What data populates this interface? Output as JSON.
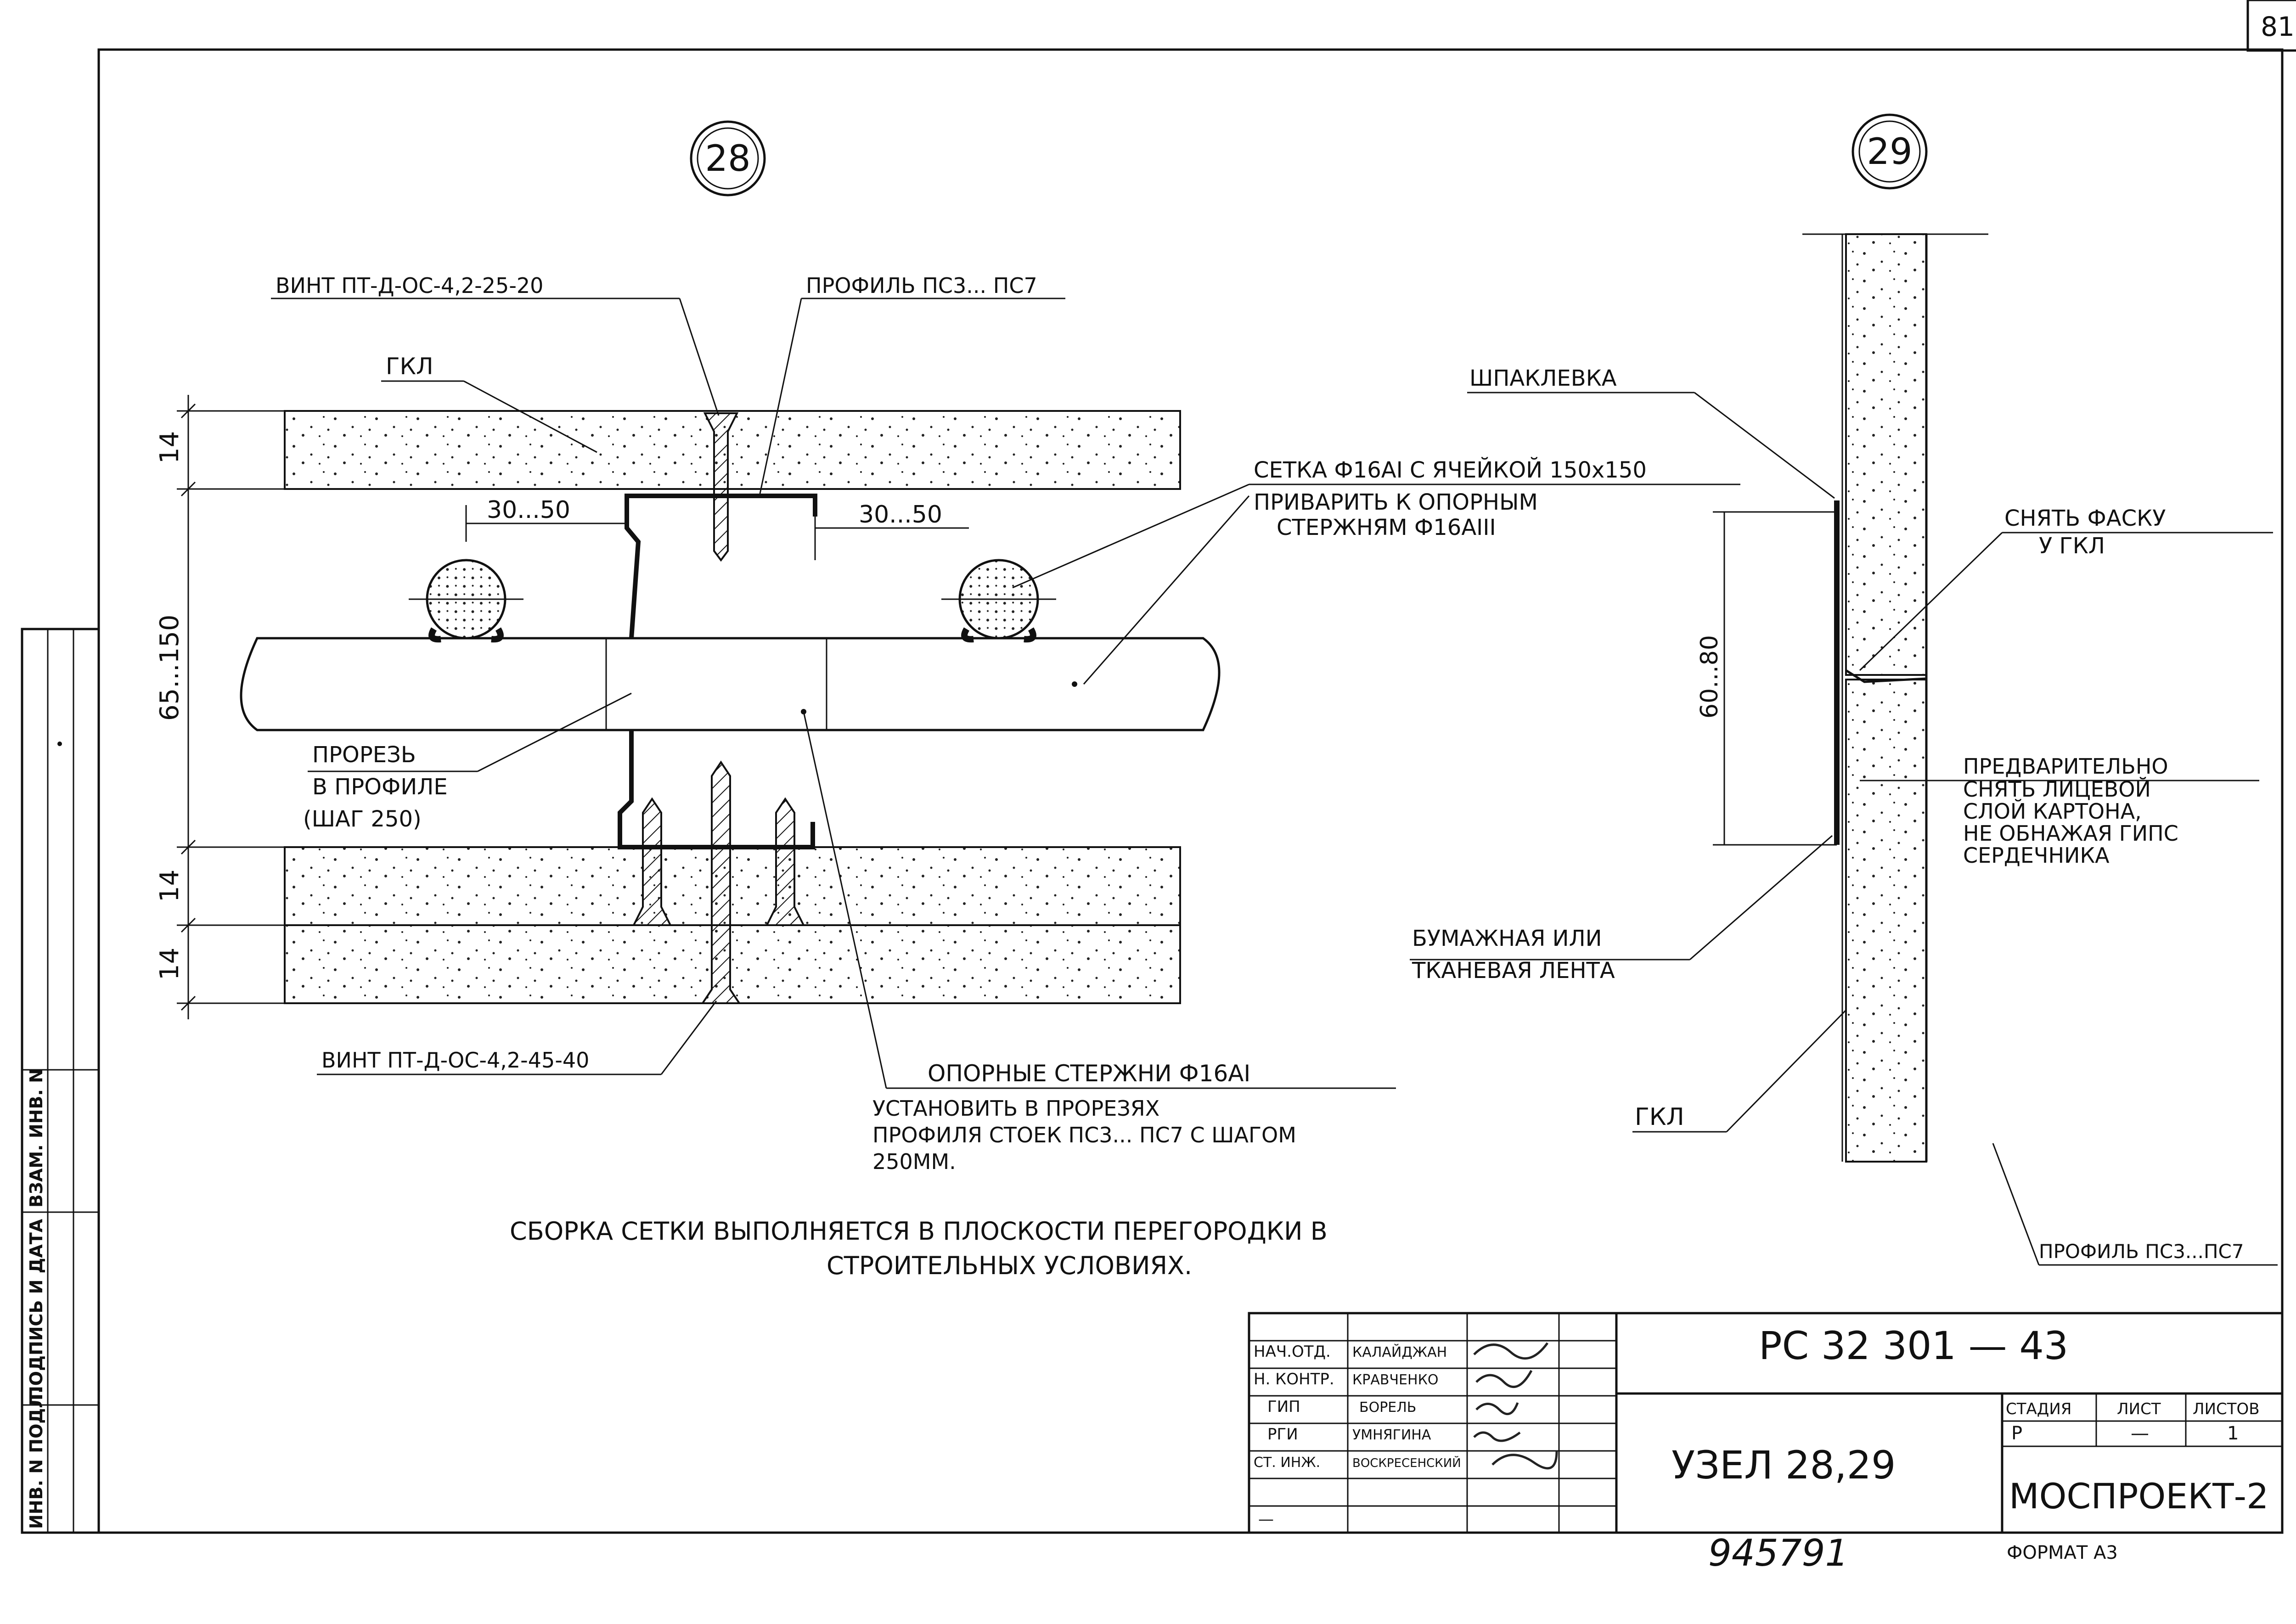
{
  "sheet": {
    "page_number": "81",
    "format_label": "ФОРМАТ  А3",
    "inventory_number": "945791"
  },
  "side_stamp": {
    "cells": [
      "ИНВ. N ПОДЛ.",
      "ПОДПИСЬ И ДАТА",
      "ВЗАМ. ИНВ. N"
    ]
  },
  "node28": {
    "number": "28",
    "labels": {
      "screw_top": "ВИНТ  ПТ-Д-ОС-4,2-25-20",
      "profile_top": "ПРОФИЛЬ ПС3... ПС7",
      "gkl": "ГКЛ",
      "mesh_line1": "СЕТКА Ф16АI  С ЯЧЕЙКОЙ 150х150",
      "mesh_line2": "ПРИВАРИТЬ К ОПОРНЫМ",
      "mesh_line3": "СТЕРЖНЯМ Ф16АIII",
      "slot_line1": "ПРОРЕЗЬ",
      "slot_line2": "В ПРОФИЛЕ",
      "slot_line3": "(ШАГ 250)",
      "screw_bottom": "ВИНТ  ПТ-Д-ОС-4,2-45-40",
      "rods_line1": "ОПОРНЫЕ  СТЕРЖНИ Ф16АI",
      "rods_line2": "УСТАНОВИТЬ В ПРОРЕЗЯХ",
      "rods_line3": "ПРОФИЛЯ СТОЕК  ПС3... ПС7 С ШАГОМ",
      "rods_line4": "250ММ."
    },
    "dimensions": {
      "left_gap": "30...50",
      "right_gap": "30...50",
      "layer_top": "14",
      "core": "65...150",
      "layer_mid": "14",
      "layer_bottom": "14"
    }
  },
  "node29": {
    "number": "29",
    "labels": {
      "putty": "ШПАКЛЕВКА",
      "chamfer_line1": "СНЯТЬ ФАСКУ",
      "chamfer_line2": "У ГКЛ",
      "pre_line1": "ПРЕДВАРИТЕЛЬНО",
      "pre_line2": "СНЯТЬ ЛИЦЕВОЙ",
      "pre_line3": "СЛОЙ КАРТОНА,",
      "pre_line4": "НЕ ОБНАЖАЯ ГИПС",
      "pre_line5": "СЕРДЕЧНИКА",
      "tape_line1": "БУМАЖНАЯ ИЛИ",
      "tape_line2": "ТКАНЕВАЯ ЛЕНТА",
      "gkl": "ГКЛ",
      "profile": "ПРОФИЛЬ ПС3...ПС7"
    },
    "dimensions": {
      "height": "60...80"
    }
  },
  "note": {
    "line1": "СБОРКА СЕТКИ  ВЫПОЛНЯЕТСЯ  В ПЛОСКОСТИ  ПЕРЕГОРОДКИ В",
    "line2": "СТРОИТЕЛЬНЫХ  УСЛОВИЯХ."
  },
  "title_block": {
    "document_code": "РС 32 301 — 43",
    "title": "УЗЕЛ  28,29",
    "organization": "МОСПРОЕКТ-2",
    "stage_header": "СТАДИЯ",
    "sheet_header": "ЛИСТ",
    "sheets_header": "ЛИСТОВ",
    "stage_value": "Р",
    "sheet_value": "—",
    "sheets_value": "1",
    "signatures": [
      {
        "role": "НАЧ.ОТД.",
        "name": "КАЛАЙДЖАН"
      },
      {
        "role": "Н. КОНТР.",
        "name": "КРАВЧЕНКО"
      },
      {
        "role": "ГИП",
        "name": "БОРЕЛЬ"
      },
      {
        "role": "РГИ",
        "name": "УМНЯГИНА"
      },
      {
        "role": "СТ. ИНЖ.",
        "name": "ВОСКРЕСЕНСКИЙ"
      },
      {
        "role": "—",
        "name": ""
      }
    ]
  }
}
